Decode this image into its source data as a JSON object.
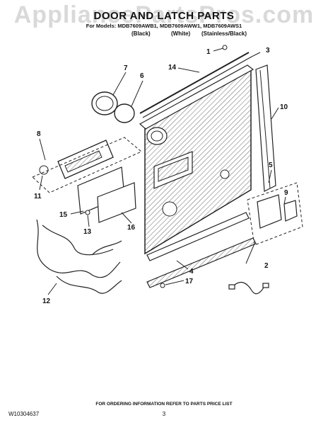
{
  "watermark": "AppliancePartsPros.com",
  "header": {
    "title": "DOOR AND LATCH PARTS",
    "models": "For Models: MDB7609AWB1, MDB7609AWW1, MDB7609AWS1",
    "variants": [
      "(Black)",
      "(White)",
      "(Stainless/Black)"
    ]
  },
  "callouts": [
    "1",
    "2",
    "3",
    "4",
    "5",
    "6",
    "7",
    "8",
    "9",
    "10",
    "11",
    "12",
    "13",
    "14",
    "15",
    "16",
    "17"
  ],
  "footer": {
    "doc_code": "W10304637",
    "ordering_note": "FOR ORDERING INFORMATION REFER TO PARTS PRICE LIST",
    "page_number": "3"
  },
  "colors": {
    "line": "#222222",
    "hatch": "#555555",
    "watermark": "#d9d9d9"
  }
}
